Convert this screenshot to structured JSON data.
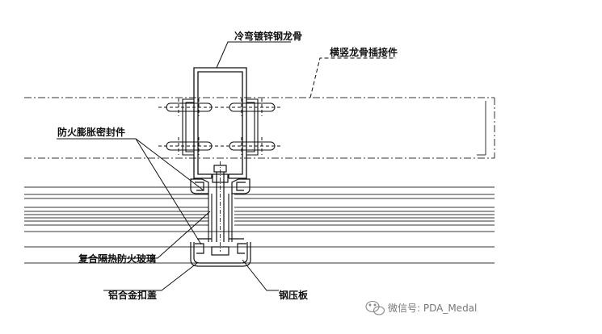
{
  "labels": {
    "cold_bent_steel_keel": "冷弯镀锌钢龙骨",
    "transom_mullion_connector": "横竖龙骨插接件",
    "fire_expansion_seal": "防火膨胀密封件",
    "composite_fire_glass": "复合隔热防火玻璃",
    "aluminum_cover_cap": "铝合金扣盖",
    "steel_pressure_plate": "钢压板"
  },
  "watermark": {
    "text": "微信号: PDA_Medal",
    "icon": "wechat-icon"
  },
  "colors": {
    "line": "#1a1a1a",
    "background": "#ffffff",
    "watermark": "#777777"
  }
}
